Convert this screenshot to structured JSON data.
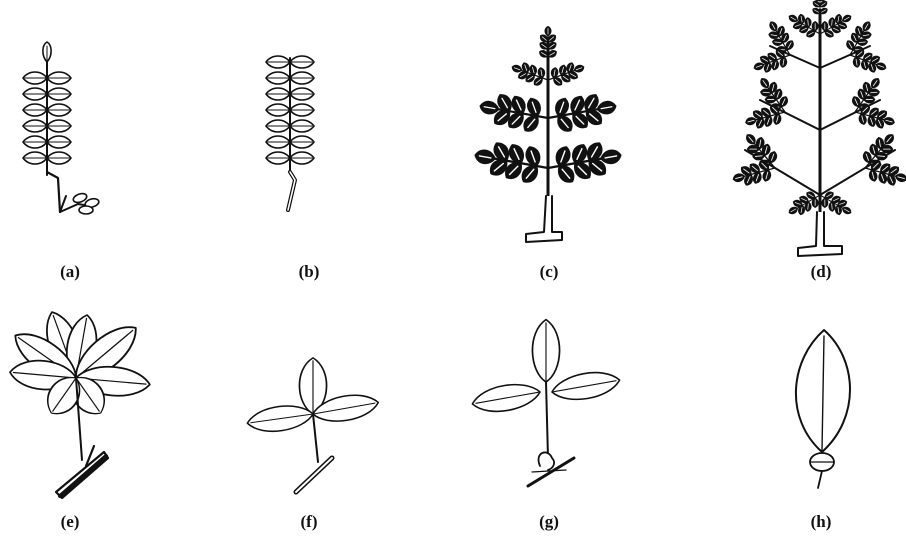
{
  "figure": {
    "panels": [
      {
        "id": "a",
        "label": "(a)",
        "type": "odd-pinnate compound leaf with stipules"
      },
      {
        "id": "b",
        "label": "(b)",
        "type": "even-pinnate compound leaf"
      },
      {
        "id": "c",
        "label": "(c)",
        "type": "bipinnate compound leaf"
      },
      {
        "id": "d",
        "label": "(d)",
        "type": "tripinnate compound leaf"
      },
      {
        "id": "e",
        "label": "(e)",
        "type": "palmate compound leaf"
      },
      {
        "id": "f",
        "label": "(f)",
        "type": "trifoliate compound leaf (palmate)"
      },
      {
        "id": "g",
        "label": "(g)",
        "type": "trifoliate compound leaf (pinnate)"
      },
      {
        "id": "h",
        "label": "(h)",
        "type": "unifoliate compound leaf"
      }
    ],
    "colors": {
      "ink": "#111111",
      "background": "#ffffff"
    }
  }
}
